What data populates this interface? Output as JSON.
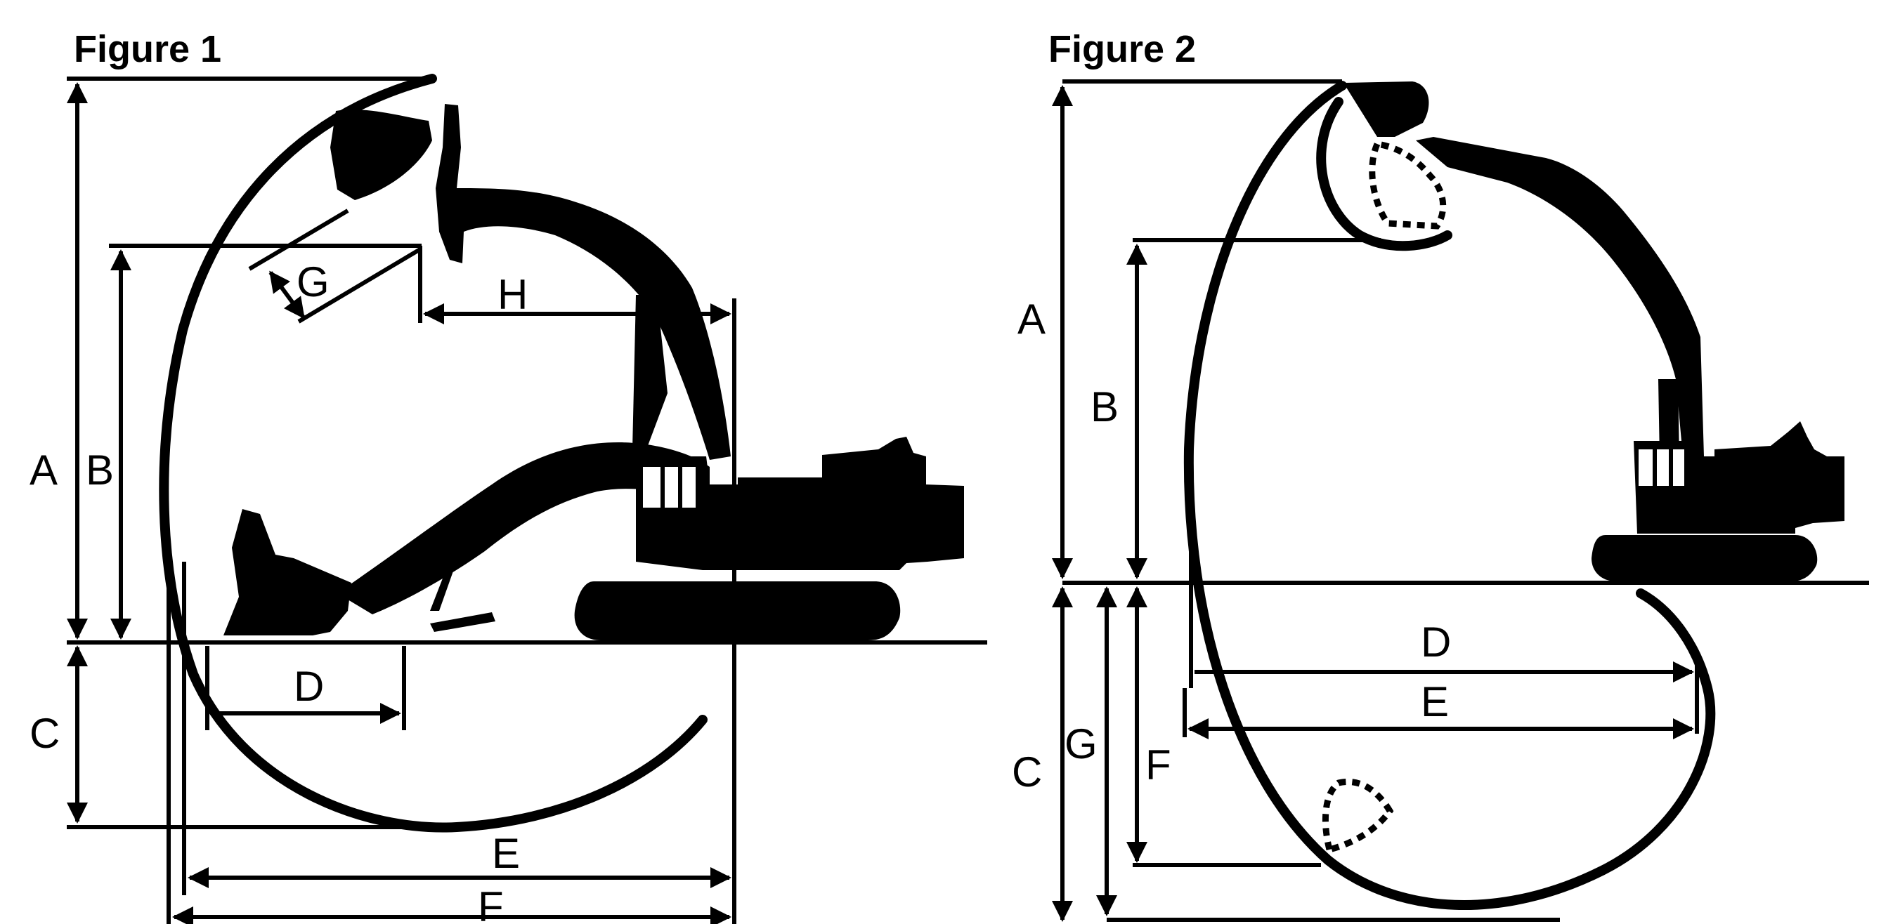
{
  "figures": [
    {
      "title": "Figure 1",
      "labels": {
        "A": "A",
        "B": "B",
        "C": "C",
        "D": "D",
        "E": "E",
        "F": "F",
        "G": "G",
        "H": "H"
      }
    },
    {
      "title": "Figure 2",
      "labels": {
        "A": "A",
        "B": "B",
        "C": "C",
        "D": "D",
        "E": "E",
        "F": "F",
        "G": "G"
      }
    }
  ],
  "colors": {
    "ink": "#000000",
    "background": "#ffffff"
  }
}
